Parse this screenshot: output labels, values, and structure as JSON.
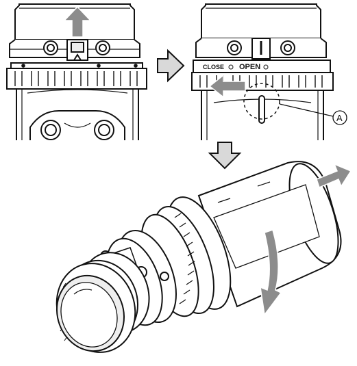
{
  "panel_right": {
    "label_close": "CLOSE",
    "label_open": "OPEN",
    "callout_letter": "A"
  },
  "colors": {
    "line": "#111111",
    "arrow_fill": "#8c8c8c",
    "arrow_outline_fill": "#d9d9d9",
    "body_shade": "#eeeeee"
  },
  "icons": {
    "up_arrow": "up-arrow-icon",
    "right_step_arrow": "right-step-arrow-icon",
    "down_step_arrow": "down-step-arrow-icon",
    "left_arrow": "left-arrow-icon",
    "pull_arrow": "pull-out-arrow-icon",
    "rotate_arrow": "rotate-arrow-icon"
  }
}
